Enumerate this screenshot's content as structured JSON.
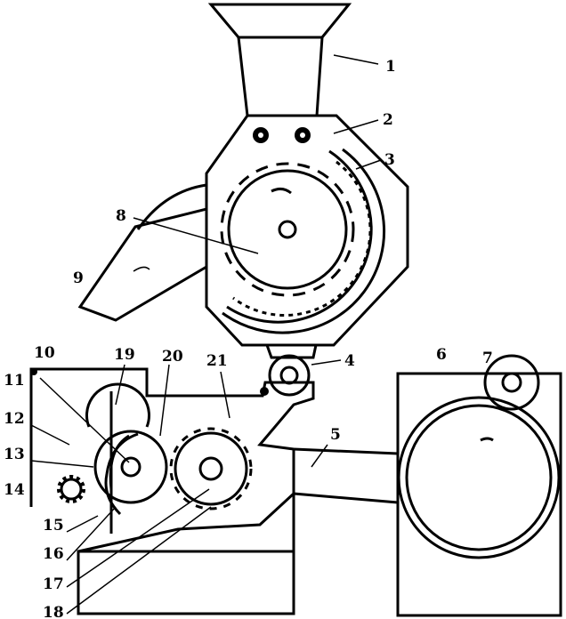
{
  "diagram": {
    "labels": {
      "l1": "1",
      "l2": "2",
      "l3": "3",
      "l4": "4",
      "l5": "5",
      "l6": "6",
      "l7": "7",
      "l8": "8",
      "l9": "9",
      "l10": "10",
      "l11": "11",
      "l12": "12",
      "l13": "13",
      "l14": "14",
      "l15": "15",
      "l16": "16",
      "l17": "17",
      "l18": "18",
      "l19": "19",
      "l20": "20",
      "l21": "21"
    },
    "colors": {
      "ink": "#000000",
      "paper": "#ffffff"
    }
  }
}
